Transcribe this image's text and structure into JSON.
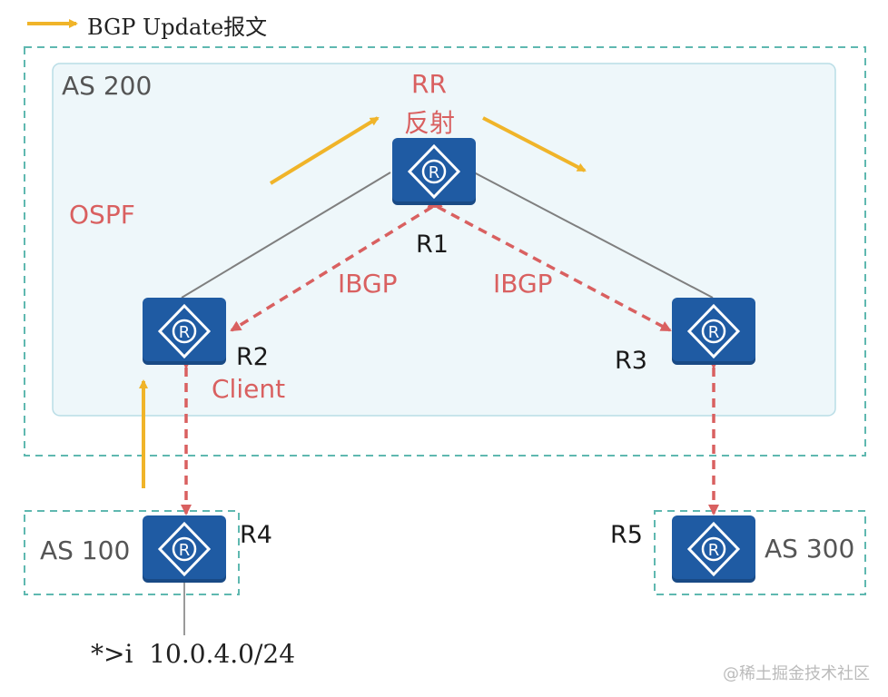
{
  "legend": {
    "text": "BGP Update报文",
    "arrow_color": "#f0b429"
  },
  "as_labels": {
    "as200": "AS 200",
    "as100": "AS 100",
    "as300": "AS 300"
  },
  "labels": {
    "rr": "RR",
    "reflect": "反射",
    "ospf": "OSPF",
    "ibgp_left": "IBGP",
    "ibgp_right": "IBGP",
    "client": "Client"
  },
  "routers": {
    "r1": "R1",
    "r2": "R2",
    "r3": "R3",
    "r4": "R4",
    "r5": "R5"
  },
  "router_icon_letter": "R",
  "route_entry": "*>i  10.0.4.0/24",
  "watermark": "@稀土掘金技术社区",
  "colors": {
    "router_fill": "#1f5ba3",
    "ibgp_dash": "#d96060",
    "as_border": "#5fb8b0",
    "as200_fill": "#eef7fa",
    "update_arrow": "#f0b429"
  }
}
